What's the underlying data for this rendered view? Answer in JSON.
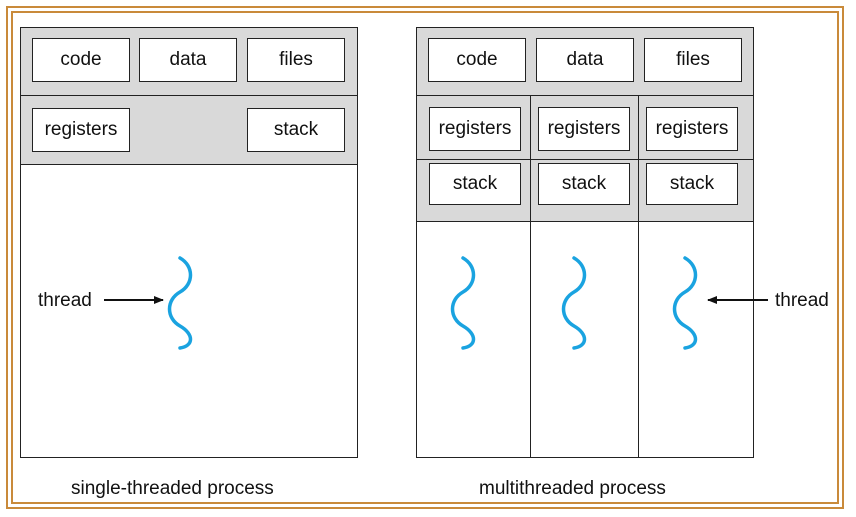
{
  "single": {
    "code": "code",
    "data": "data",
    "files": "files",
    "registers": "registers",
    "stack": "stack",
    "thread_label": "thread",
    "caption": "single-threaded process"
  },
  "multi": {
    "code": "code",
    "data": "data",
    "files": "files",
    "threads": [
      {
        "registers": "registers",
        "stack": "stack"
      },
      {
        "registers": "registers",
        "stack": "stack"
      },
      {
        "registers": "registers",
        "stack": "stack"
      }
    ],
    "thread_label": "thread",
    "caption": "multithreaded process"
  },
  "colors": {
    "frame": "#c98a3a",
    "shade": "#d9d9d9",
    "thread": "#1aa3e0"
  }
}
